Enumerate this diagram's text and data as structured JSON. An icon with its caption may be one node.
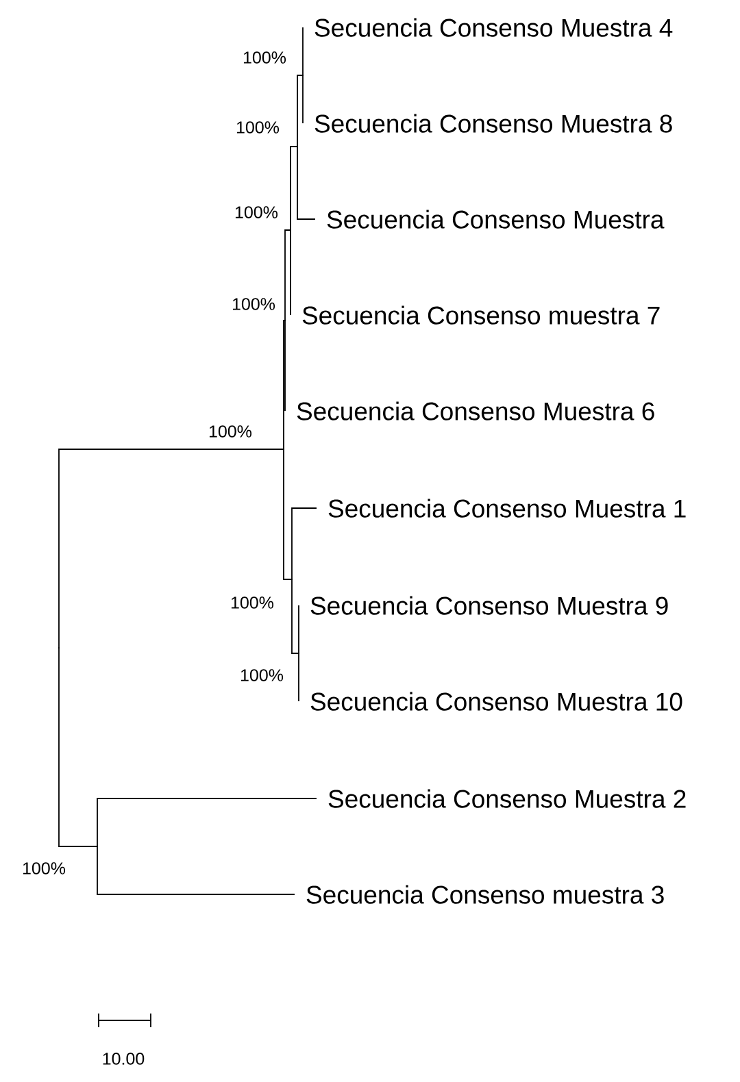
{
  "diagram": {
    "nodes": [
      {
        "text": [
          "Secuencia Consenso Muestra 4"
        ]
      },
      {
        "text": [
          "Secuencia Consenso Muestra 8"
        ]
      },
      {
        "text": [
          "Secuencia Consenso Muestra"
        ]
      },
      {
        "text": [
          "Secuencia Consenso muestra 7"
        ]
      },
      {
        "text": [
          "Secuencia Consenso Muestra 6"
        ]
      },
      {
        "text": [
          "Secuencia Consenso Muestra 1"
        ]
      },
      {
        "text": [
          "Secuencia Consenso Muestra 9"
        ]
      },
      {
        "text": [
          "Secuencia Consenso Muestra 10"
        ]
      },
      {
        "text": [
          "Secuencia Consenso Muestra 2"
        ]
      },
      {
        "text": [
          "Secuencia Consenso muestra 3"
        ]
      },
      {
        "text": [],
        "shape": "dot",
        "beside": [
          "100%"
        ]
      },
      {
        "text": [],
        "shape": "dot",
        "beside": [
          "100%"
        ]
      },
      {
        "text": [],
        "shape": "dot",
        "beside": [
          "100%"
        ]
      },
      {
        "text": [],
        "shape": "dot",
        "beside": [
          "100%"
        ]
      },
      {
        "text": [],
        "shape": "dot",
        "beside": [
          "100%"
        ]
      },
      {
        "text": [],
        "shape": "dot",
        "beside": [
          "100%"
        ]
      },
      {
        "text": [],
        "shape": "dot",
        "beside": [
          "100%"
        ]
      },
      {
        "text": [],
        "shape": "dot",
        "beside": [
          "100%"
        ]
      },
      {
        "text": [],
        "shape": "dot"
      }
    ],
    "edges": [
      {
        "from": 10,
        "to": 0,
        "arrow": "none"
      },
      {
        "from": 10,
        "to": 1,
        "arrow": "none"
      },
      {
        "from": 11,
        "to": 10,
        "arrow": "none"
      },
      {
        "from": 11,
        "to": 2,
        "arrow": "none"
      },
      {
        "from": 12,
        "to": 11,
        "arrow": "none"
      },
      {
        "from": 12,
        "to": 3,
        "arrow": "none"
      },
      {
        "from": 13,
        "to": 12,
        "arrow": "none"
      },
      {
        "from": 13,
        "to": 4,
        "arrow": "none"
      },
      {
        "from": 14,
        "to": 13,
        "arrow": "none"
      },
      {
        "from": 14,
        "to": 15,
        "arrow": "none"
      },
      {
        "from": 15,
        "to": 5,
        "arrow": "none"
      },
      {
        "from": 15,
        "to": 16,
        "arrow": "none"
      },
      {
        "from": 16,
        "to": 6,
        "arrow": "none"
      },
      {
        "from": 16,
        "to": 7,
        "arrow": "none"
      },
      {
        "from": 18,
        "to": 14,
        "arrow": "none"
      },
      {
        "from": 18,
        "to": 17,
        "arrow": "none"
      },
      {
        "from": 17,
        "to": 8,
        "arrow": "none"
      },
      {
        "from": 17,
        "to": 9,
        "arrow": "none"
      }
    ],
    "labels": [
      "10.00"
    ]
  }
}
